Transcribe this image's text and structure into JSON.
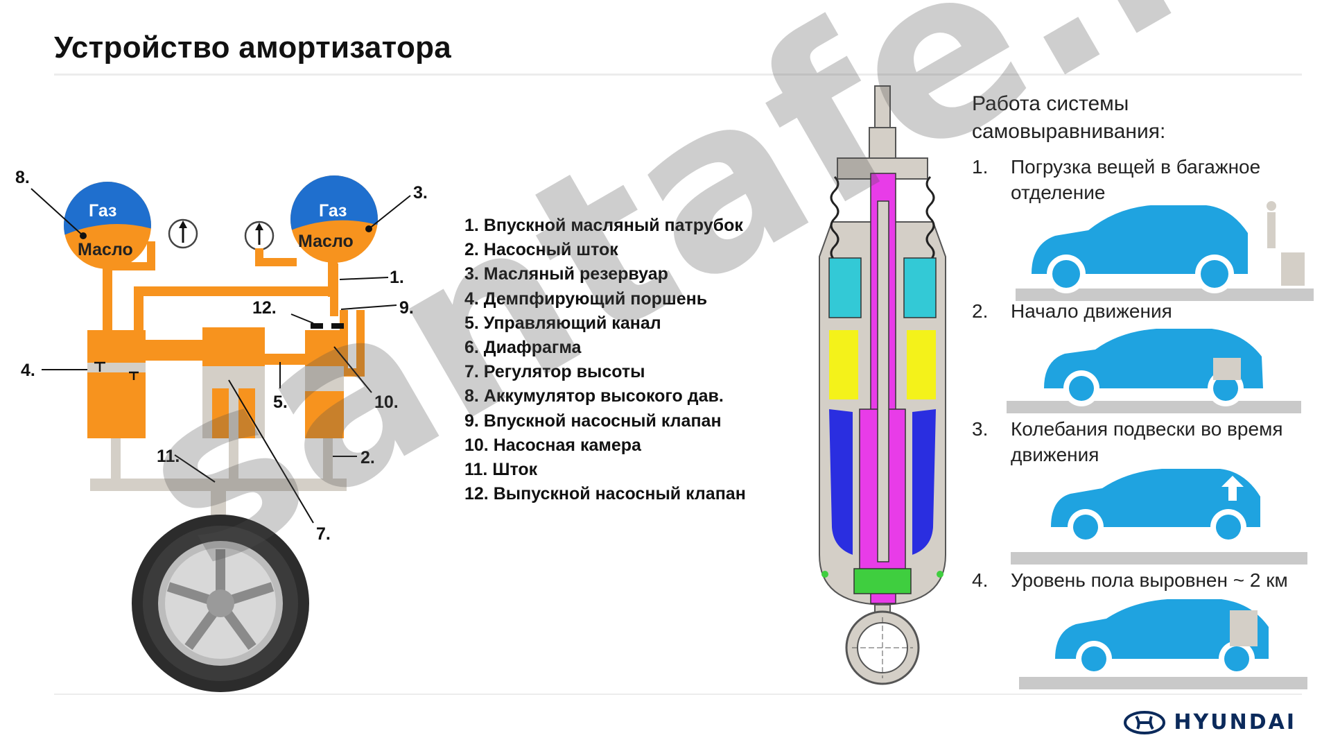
{
  "page_title": "Устройство амортизатора",
  "schematic": {
    "tank_left": {
      "gas": "Газ",
      "oil": "Масло"
    },
    "tank_right": {
      "gas": "Газ",
      "oil": "Масло"
    },
    "callouts": [
      "8.",
      "3.",
      "1.",
      "12.",
      "9.",
      "4.",
      "5.",
      "10.",
      "11.",
      "2.",
      "7."
    ]
  },
  "legend": [
    "1. Впускной масляный  патрубок",
    "2. Насосный шток",
    "3. Масляный резервуар",
    "4. Демпфирующий поршень",
    "5. Управляющий канал",
    "6. Диафрагма",
    "7. Регулятор высоты",
    "8. Аккумулятор высокого дав.",
    "9. Впускной насосный клапан",
    "10. Насосная камера",
    "11. Шток",
    "12. Выпускной насосный клапан"
  ],
  "workflow": {
    "title": "Работа системы самовыравнивания:",
    "steps": [
      {
        "num": "1.",
        "text": "Погрузка вещей в багажное отделение"
      },
      {
        "num": "2.",
        "text": "Начало движения"
      },
      {
        "num": "3.",
        "text": "Колебания подвески во время движения"
      },
      {
        "num": "4.",
        "text": "Уровень пола выровнен ~ 2 км"
      }
    ]
  },
  "brand": "HYUNDAI",
  "watermark": "santafe.ru",
  "colors": {
    "oil": "#f7931e",
    "gas": "#1f6fce",
    "metal": "#d4cfc7",
    "car": "#1fa3e0",
    "magenta": "#e83ce8",
    "yellow": "#f4f21a",
    "cyan": "#33c9d6",
    "blue": "#2a2ee0"
  }
}
